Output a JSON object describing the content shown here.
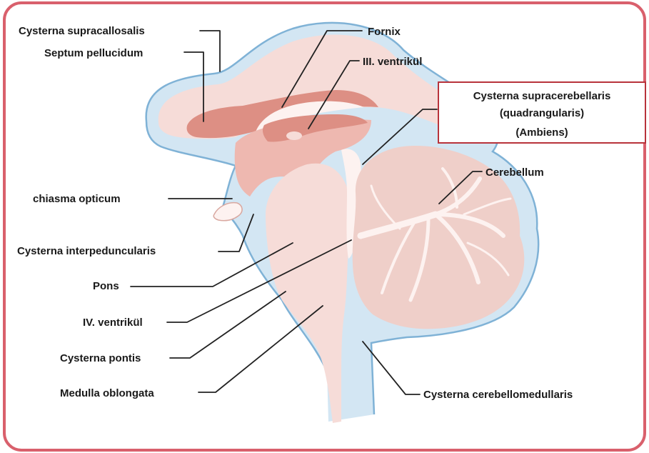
{
  "colors": {
    "frame": "#d9606c",
    "csf": "#d3e6f3",
    "csf_outline": "#7fb2d6",
    "tissue": "#f6dcd8",
    "tissue_mid": "#eeb8b0",
    "tissue_dark": "#dd8f84",
    "cerebellum": "#efcfc9",
    "arbor": "#fdf2f0",
    "highlight_box": "#b8333b",
    "leader": "#222222"
  },
  "labels": {
    "cisterna_supracallosalis": "Cysterna supracallosalis",
    "septum_pellucidum": "Septum pellucidum",
    "fornix": "Fornix",
    "iii_ventrikul": "III. ventrikül",
    "cisterna_supracerebellaris": [
      "Cysterna supracerebellaris",
      "(quadrangularis)",
      "(Ambiens)"
    ],
    "cerebellum": "Cerebellum",
    "chiasma_opticum": "chiasma opticum",
    "cisterna_interpeduncularis": "Cysterna interpeduncularis",
    "pons": "Pons",
    "iv_ventrikul": "IV. ventrikül",
    "cisterna_pontis": "Cysterna pontis",
    "medulla_oblongata": "Medulla oblongata",
    "cisterna_cerebellomedullaris": "Cysterna cerebellomedullaris"
  }
}
